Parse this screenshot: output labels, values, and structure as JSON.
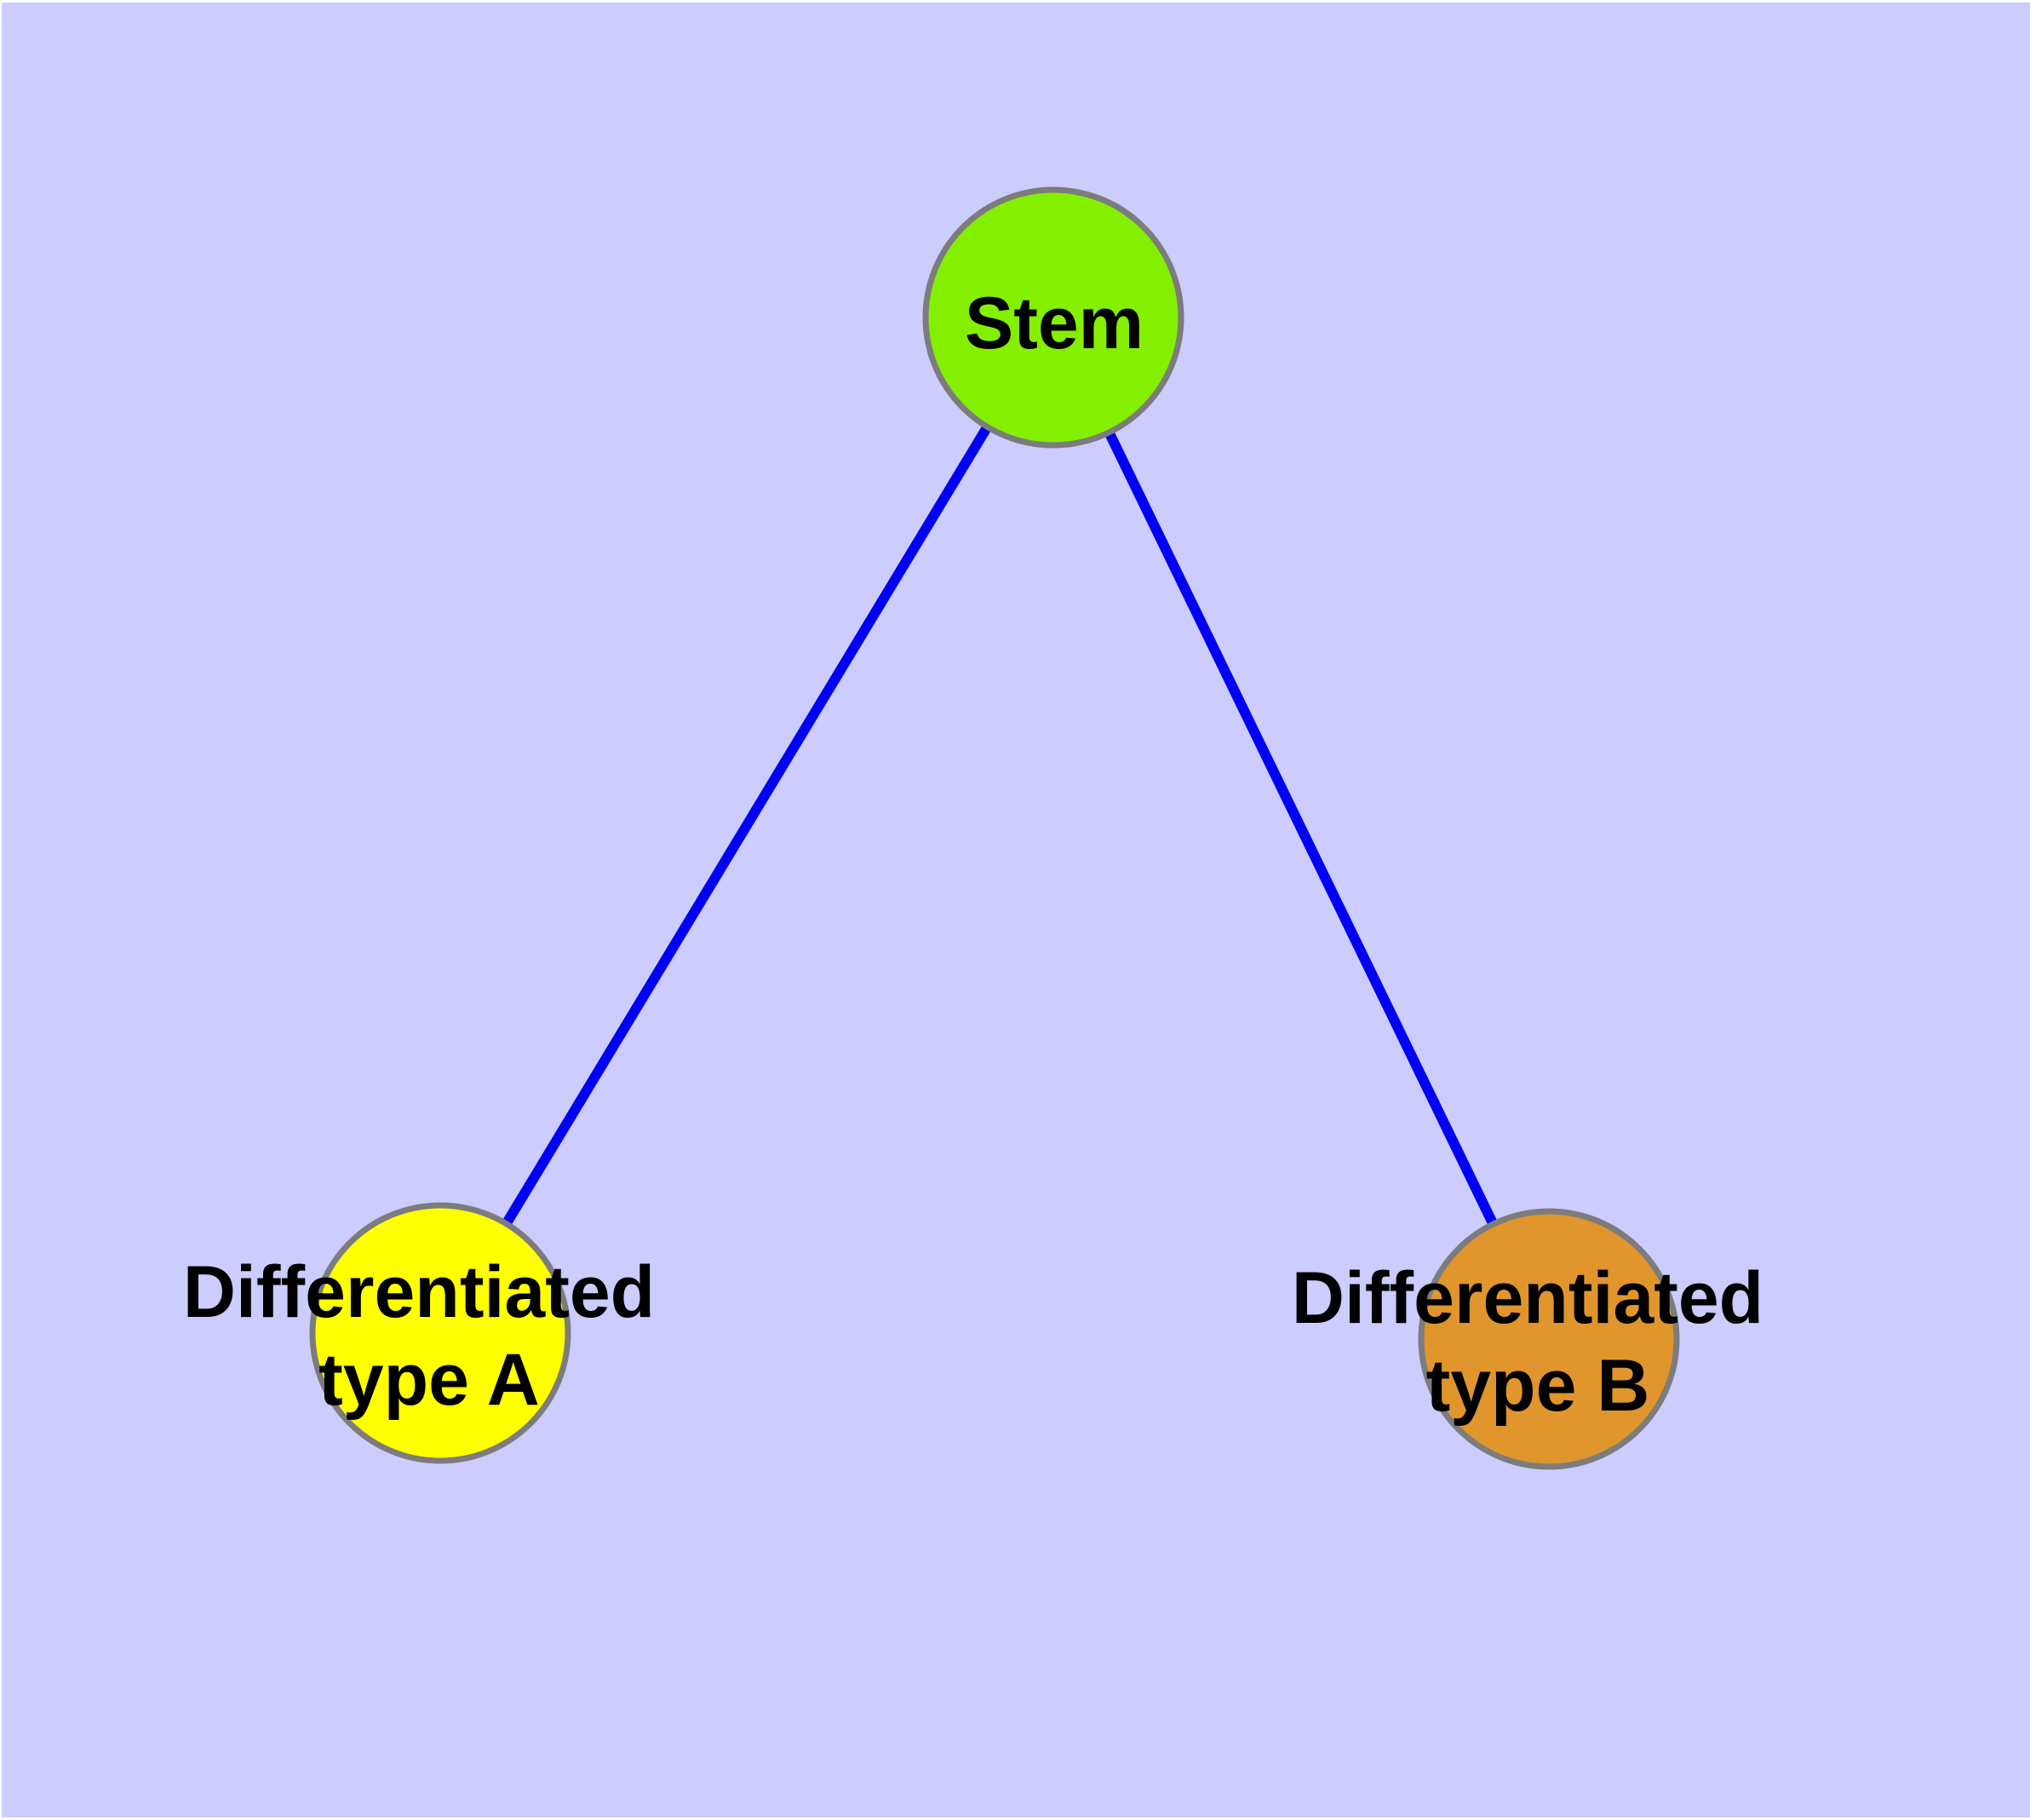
{
  "diagram": {
    "type": "node-link-graph",
    "colors": {
      "background": "#CCCCFF",
      "frame": "#FFFFFF",
      "edge": "#0000F5",
      "node_border": "#7C7C7C",
      "label_text": "#000000"
    },
    "nodes": [
      {
        "id": "stem",
        "label": "Stem",
        "label_lines": [
          "Stem"
        ],
        "color": "#84F000"
      },
      {
        "id": "differentiated-type-a",
        "label": "Differentiated type A",
        "label_lines": [
          "Differentiated",
          "type A"
        ],
        "color": "#FFFF00"
      },
      {
        "id": "differentiated-type-b",
        "label": "Differentiated type B",
        "label_lines": [
          "Differentiated",
          "type B"
        ],
        "color": "#E0962D"
      }
    ],
    "edges": [
      {
        "from": "stem",
        "to": "differentiated-type-a"
      },
      {
        "from": "stem",
        "to": "differentiated-type-b"
      }
    ]
  }
}
